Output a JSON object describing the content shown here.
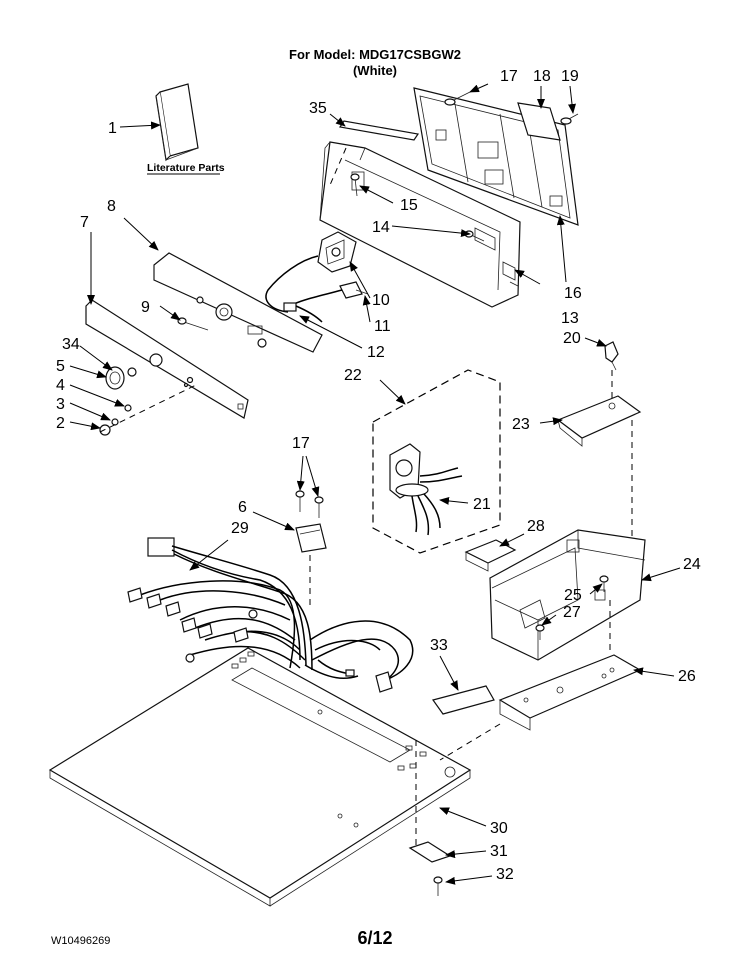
{
  "header": {
    "model_line": "For Model: MDG17CSBGW2",
    "color_line": "(White)"
  },
  "literature_label": "Literature Parts",
  "callouts": {
    "c1": "1",
    "c2": "2",
    "c3": "3",
    "c4": "4",
    "c5": "5",
    "c6": "6",
    "c7": "7",
    "c8": "8",
    "c9": "9",
    "c10": "10",
    "c11": "11",
    "c12": "12",
    "c13": "13",
    "c14": "14",
    "c15": "15",
    "c16": "16",
    "c17a": "17",
    "c17b": "17",
    "c18": "18",
    "c19": "19",
    "c20": "20",
    "c21": "21",
    "c22": "22",
    "c23": "23",
    "c24": "24",
    "c25": "25",
    "c26": "26",
    "c27": "27",
    "c28": "28",
    "c29": "29",
    "c30": "30",
    "c31": "31",
    "c32": "32",
    "c33": "33",
    "c34": "34",
    "c35": "35"
  },
  "footer": {
    "doc_number": "W10496269",
    "page": "6/12"
  }
}
